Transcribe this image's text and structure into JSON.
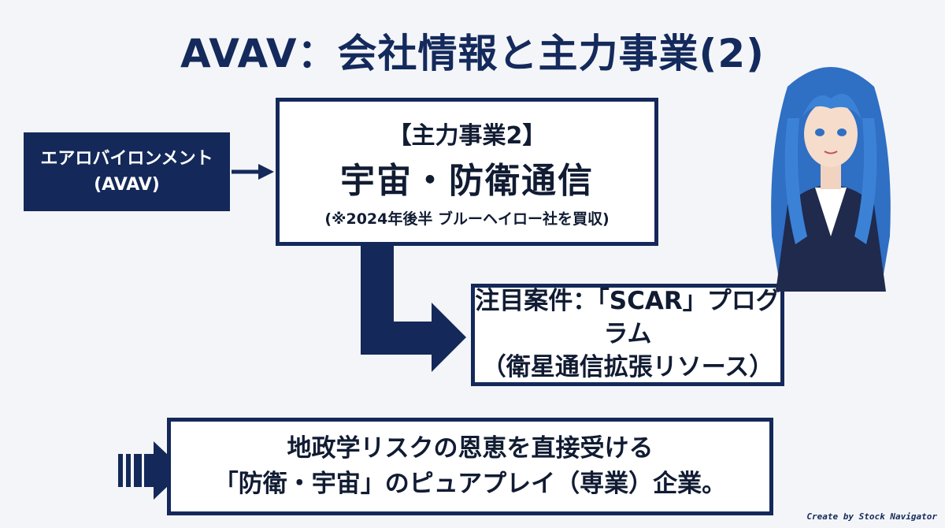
{
  "title": "AVAV：会社情報と主力事業(2)",
  "company": {
    "name_jp": "エアロバイロンメント",
    "ticker": "(AVAV)"
  },
  "main_business": {
    "label": "【主力事業2】",
    "name": "宇宙・防衛通信",
    "note": "(※2024年後半 ブルーヘイロー社を買収)"
  },
  "focus": {
    "line1": "注目案件：「SCAR」プログラム",
    "line2": "（衛星通信拡張リソース）"
  },
  "summary": {
    "line1": "地政学リスクの恩恵を直接受ける",
    "line2": "「防衛・宇宙」のピュアプレイ（専業）企業。"
  },
  "credit": "Create by Stock Navigator",
  "colors": {
    "navy": "#14295a",
    "background": "#f4f5f8"
  }
}
